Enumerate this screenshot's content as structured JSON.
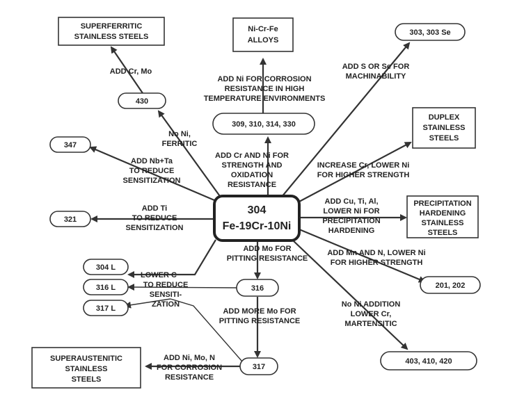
{
  "center": {
    "line1": "304",
    "line2": "Fe-19Cr-10Ni"
  },
  "nodes": {
    "superferritic": [
      "SUPERFERRITIC",
      "STAINLESS STEELS"
    ],
    "nicrfe": [
      "Ni-Cr-Fe",
      "ALLOYS"
    ],
    "n303": "303, 303 Se",
    "n430": "430",
    "duplex": [
      "DUPLEX",
      "STAINLESS",
      "STEELS"
    ],
    "n309": "309, 310, 314, 330",
    "n347": "347",
    "n321": "321",
    "precip": [
      "PRECIPITATION",
      "HARDENING",
      "STAINLESS",
      "STEELS"
    ],
    "n304l": "304 L",
    "n316l": "316 L",
    "n317l": "317 L",
    "n316": "316",
    "n201": "201, 202",
    "n403": "403, 410, 420",
    "superaust": [
      "SUPERAUSTENITIC",
      "STAINLESS",
      "STEELS"
    ],
    "n317": "317"
  },
  "labels": {
    "add_cr_mo": [
      "ADD Cr, Mo"
    ],
    "add_ni_corr": [
      "ADD Ni FOR CORROSION",
      "RESISTANCE IN HIGH",
      "TEMPERATURE ENVIRONMENTS"
    ],
    "add_s_se": [
      "ADD S OR Se FOR",
      "MACHINABILITY"
    ],
    "no_ni_ferritic": [
      "No Ni,",
      "FERRITIC"
    ],
    "add_nb_ta": [
      "ADD Nb+Ta",
      "TO REDUCE",
      "SENSITIZATION"
    ],
    "add_cr_ni": [
      "ADD Cr AND Ni FOR",
      "STRENGTH AND",
      "OXIDATION",
      "RESISTANCE"
    ],
    "increase_cr": [
      "INCREASE Cr, LOWER Ni",
      "FOR HIGHER STRENGTH"
    ],
    "add_ti": [
      "ADD Ti",
      "TO REDUCE",
      "SENSITIZATION"
    ],
    "add_cu_ti_al": [
      "ADD Cu, Ti, Al,",
      "LOWER Ni FOR",
      "PRECIPITATION",
      "HARDENING"
    ],
    "add_mo_pitting": [
      "ADD Mo FOR",
      "PITTING RESISTANCE"
    ],
    "add_mn_n": [
      "ADD Mn AND N, LOWER Ni",
      "FOR HIGHER STRENGTH"
    ],
    "lower_c": [
      "LOWER C",
      "TO REDUCE",
      "SENSITI-",
      "ZATION"
    ],
    "add_more_mo": [
      "ADD MORE Mo FOR",
      "PITTING RESISTANCE"
    ],
    "no_ni_addition": [
      "No Ni ADDITION",
      "LOWER Cr,",
      "MARTENSITIC"
    ],
    "add_ni_mo_n": [
      "ADD Ni, Mo, N",
      "FOR CORROSION",
      "RESISTANCE"
    ]
  }
}
